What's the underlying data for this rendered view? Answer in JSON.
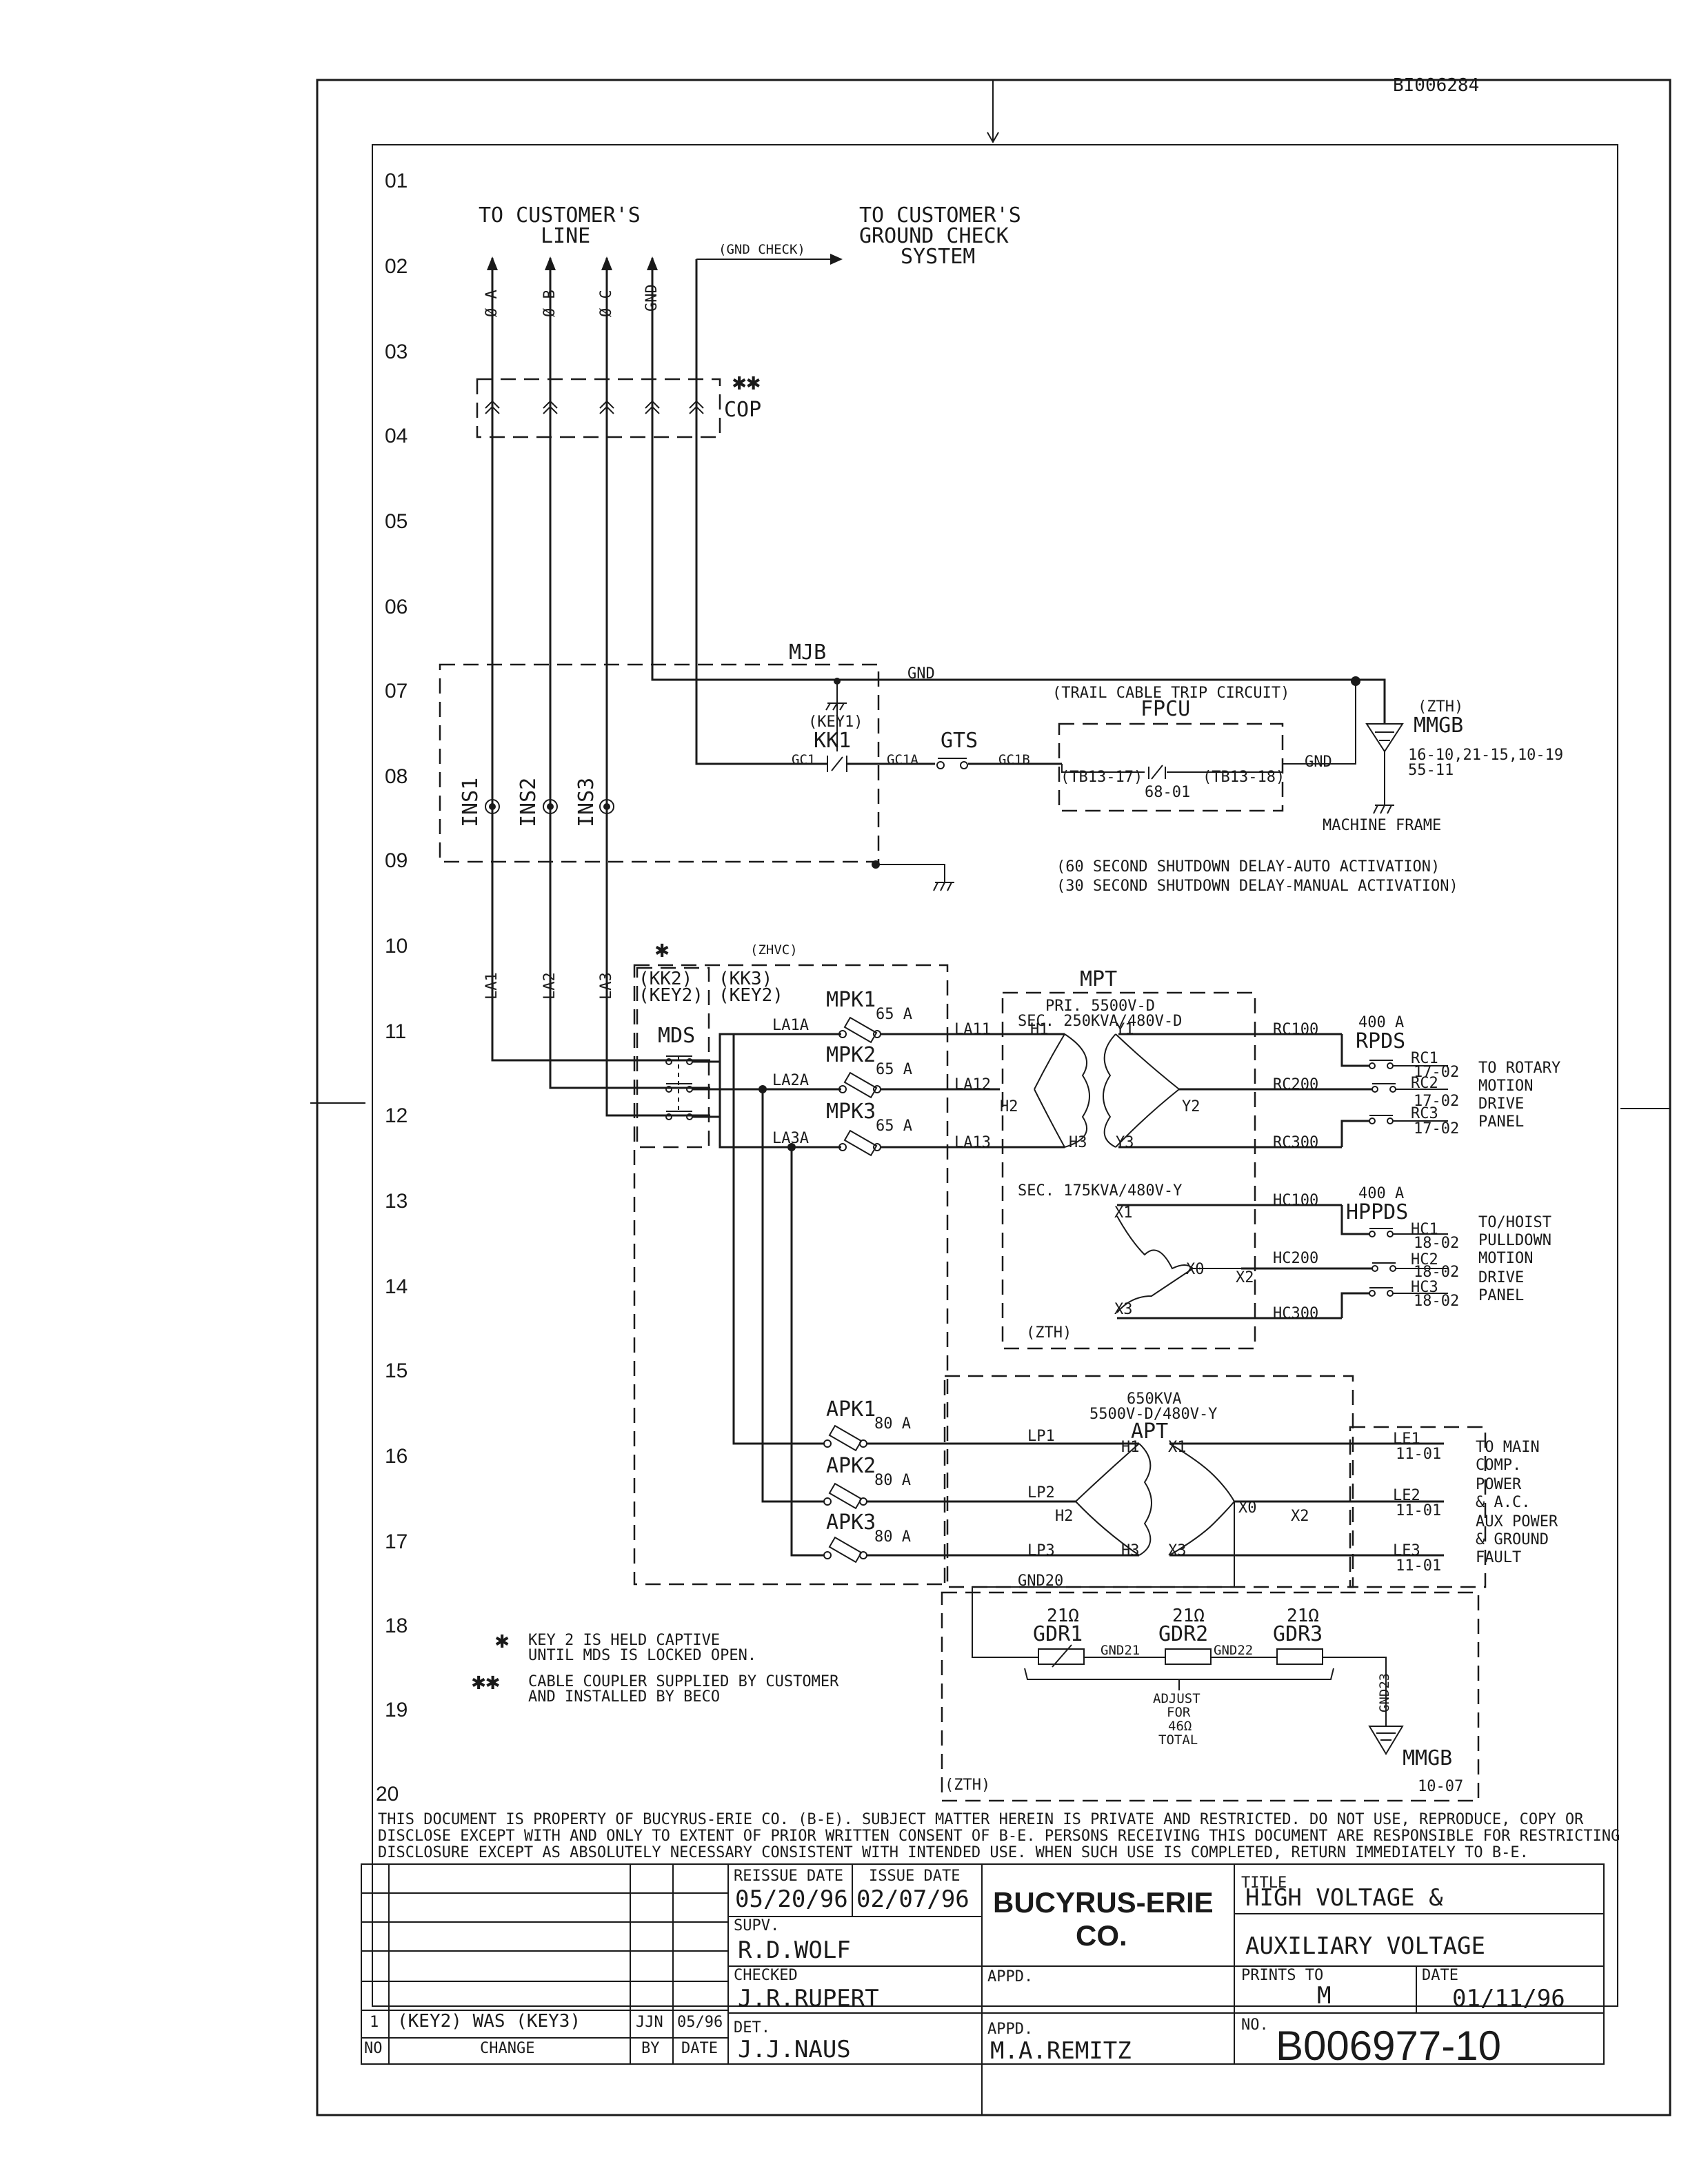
{
  "doc_top_ref": "BI006284",
  "rows": [
    "01",
    "02",
    "03",
    "04",
    "05",
    "06",
    "07",
    "08",
    "09",
    "10",
    "11",
    "12",
    "13",
    "14",
    "15",
    "16",
    "17",
    "18",
    "19",
    "20"
  ],
  "customer_line": {
    "line1": "TO CUSTOMER'S",
    "line2": "LINE"
  },
  "ground_check": {
    "line1": "TO CUSTOMER'S",
    "line2": "GROUND CHECK",
    "line3": "SYSTEM",
    "gnd_check": "(GND CHECK)"
  },
  "phases": [
    "Ø-A",
    "Ø-B",
    "Ø-C",
    "GND"
  ],
  "cop": {
    "label": "COP",
    "mark": "✱✱"
  },
  "mjb": {
    "label": "MJB",
    "gnd": "GND",
    "key": "(KEY1)",
    "kk": "KK1",
    "gc1": "GC1",
    "gc1a": "GC1A",
    "gts": "GTS",
    "gc1b": "GC1B"
  },
  "ins": [
    "INS1",
    "INS2",
    "INS3"
  ],
  "trail": {
    "title": "(TRAIL CABLE TRIP CIRCUIT)",
    "fpcu": "FPCU",
    "tb17": "(TB13-17)",
    "tb18": "(TB13-18)",
    "ref": "68-01",
    "gnd": "GND"
  },
  "mmgb_top": {
    "zth": "(ZTH)",
    "label": "MMGB",
    "refs1": "16-10,21-15,10-19",
    "refs2": "55-11",
    "frame": "MACHINE FRAME"
  },
  "delays": {
    "auto": "(60 SECOND SHUTDOWN DELAY-AUTO ACTIVATION)",
    "manual": "(30 SECOND SHUTDOWN DELAY-MANUAL ACTIVATION)"
  },
  "la": [
    "LA1",
    "LA2",
    "LA3"
  ],
  "mds": {
    "star": "✱",
    "zhvc": "(ZHVC)",
    "kk2": "(KK2)",
    "key2a": "(KEY2)",
    "kk3": "(KK3)",
    "key2b": "(KEY2)",
    "label": "MDS"
  },
  "mpk": [
    {
      "name": "MPK1",
      "amps": "65 A",
      "in": "LA1A",
      "out": "LA11"
    },
    {
      "name": "MPK2",
      "amps": "65 A",
      "in": "LA2A",
      "out": "LA12"
    },
    {
      "name": "MPK3",
      "amps": "65 A",
      "in": "LA3A",
      "out": "LA13"
    }
  ],
  "mpt": {
    "label": "MPT",
    "pri": "PRI. 5500V-D",
    "sec1": "SEC. 250KVA/480V-D",
    "sec2": "SEC. 175KVA/480V-Y",
    "zth": "(ZTH)",
    "h1": "H1",
    "h2": "H2",
    "h3": "H3",
    "y1": "Y1",
    "y2": "Y2",
    "y3": "Y3",
    "x1": "X1",
    "x2": "X2",
    "x3": "X3",
    "x0": "X0"
  },
  "rpds": {
    "amps": "400 A",
    "label": "RPDS",
    "wires": [
      "RC100",
      "RC200",
      "RC300"
    ],
    "contacts": [
      {
        "n": "RC1",
        "ref": "17-02"
      },
      {
        "n": "RC2",
        "ref": "17-02"
      },
      {
        "n": "RC3",
        "ref": "17-02"
      }
    ],
    "dest": [
      "TO ROTARY",
      "MOTION",
      "DRIVE",
      "PANEL"
    ]
  },
  "hppds": {
    "amps": "400 A",
    "label": "HPPDS",
    "wires": [
      "HC100",
      "HC200",
      "HC300"
    ],
    "contacts": [
      {
        "n": "HC1",
        "ref": "18-02"
      },
      {
        "n": "HC2",
        "ref": "18-02"
      },
      {
        "n": "HC3",
        "ref": "18-02"
      }
    ],
    "dest": [
      "TO/HOIST",
      "PULLDOWN",
      "MOTION",
      "DRIVE",
      "PANEL"
    ]
  },
  "apk": [
    {
      "name": "APK1",
      "amps": "80 A"
    },
    {
      "name": "APK2",
      "amps": "80 A"
    },
    {
      "name": "APK3",
      "amps": "80 A"
    }
  ],
  "apt": {
    "kva": "650KVA",
    "volt": "5500V-D/480V-Y",
    "label": "APT",
    "lp": [
      "LP1",
      "LP2",
      "LP3"
    ],
    "h1": "H1",
    "h2": "H2",
    "h3": "H3",
    "x1": "X1",
    "x2": "X2",
    "x3": "X3",
    "x0": "X0",
    "le": [
      {
        "n": "LE1",
        "ref": "11-01"
      },
      {
        "n": "LE2",
        "ref": "11-01"
      },
      {
        "n": "LE3",
        "ref": "11-01"
      }
    ],
    "dest": [
      "TO MAIN",
      "COMP.",
      "POWER",
      "& A.C.",
      "AUX POWER",
      "& GROUND",
      "FAULT"
    ]
  },
  "gdr": {
    "gnd20": "GND20",
    "items": [
      {
        "ohm": "21Ω",
        "name": "GDR1"
      },
      {
        "ohm": "21Ω",
        "name": "GDR2"
      },
      {
        "ohm": "21Ω",
        "name": "GDR3"
      }
    ],
    "gnd21": "GND21",
    "gnd22": "GND22",
    "gnd23": "GND23",
    "adjust": [
      "ADJUST",
      "FOR",
      "46Ω",
      "TOTAL"
    ],
    "zth": "(ZTH)",
    "mmgb": "MMGB",
    "ref": "10-07"
  },
  "notes": {
    "n1_mark": "✱",
    "n1a": "KEY 2 IS HELD CAPTIVE",
    "n1b": "UNTIL MDS IS LOCKED OPEN.",
    "n2_mark": "✱✱",
    "n2a": "CABLE COUPLER SUPPLIED BY CUSTOMER",
    "n2b": "AND INSTALLED BY BECO"
  },
  "disclaimer": [
    "THIS DOCUMENT IS PROPERTY OF BUCYRUS-ERIE CO. (B-E). SUBJECT MATTER HEREIN IS PRIVATE AND RESTRICTED. DO NOT USE, REPRODUCE, COPY OR",
    "DISCLOSE EXCEPT WITH AND ONLY TO EXTENT OF PRIOR WRITTEN CONSENT OF B-E. PERSONS RECEIVING THIS DOCUMENT ARE RESPONSIBLE FOR RESTRICTING",
    "DISCLOSURE EXCEPT AS ABSOLUTELY NECESSARY CONSISTENT WITH INTENDED USE. WHEN SUCH USE IS COMPLETED, RETURN IMMEDIATELY TO B-E."
  ],
  "title_block": {
    "reissue_label": "REISSUE DATE",
    "reissue": "05/20/96",
    "issue_label": "ISSUE DATE",
    "issue": "02/07/96",
    "brand1": "BUCYRUS-ERIE",
    "brand2": "CO.",
    "title_label": "TITLE",
    "title1": "HIGH VOLTAGE &",
    "title2": "AUXILIARY VOLTAGE",
    "supv_label": "SUPV.",
    "supv": "R.D.WOLF",
    "checked_label": "CHECKED",
    "checked": "J.R.RUPERT",
    "appd_label": "APPD.",
    "appd2_label": "APPD.",
    "appd2": "M.A.REMITZ",
    "det_label": "DET.",
    "det": "J.J.NAUS",
    "prints_label": "PRINTS TO",
    "prints": "M",
    "date_label": "DATE",
    "date": "01/11/96",
    "no_label": "NO.",
    "doc_no": "B006977-10",
    "rev_no": "1",
    "rev_change": "(KEY2) WAS (KEY3)",
    "rev_by": "JJN",
    "rev_date": "05/96",
    "hdr_no": "NO",
    "hdr_change": "CHANGE",
    "hdr_by": "BY",
    "hdr_date": "DATE"
  }
}
